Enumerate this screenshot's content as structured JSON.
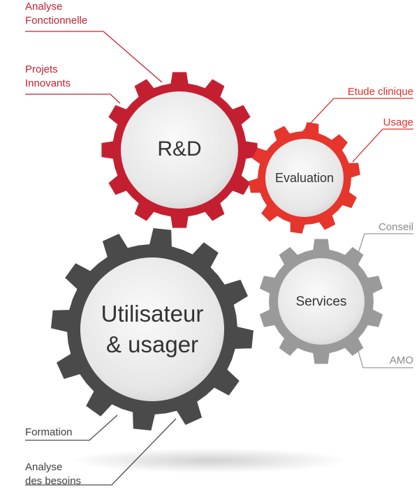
{
  "gears": {
    "rd": {
      "label": "R&D",
      "color": "#c41f30",
      "hub": "#ececec"
    },
    "evaluation": {
      "label": "Evaluation",
      "color": "#e5352c",
      "hub": "#ececec"
    },
    "utilisateur": {
      "line1": "Utilisateur",
      "line2": "& usager",
      "color": "#4a4a4a",
      "hub": "#f1f1f1"
    },
    "services": {
      "label": "Services",
      "color": "#9a9a9a",
      "hub": "#ececec"
    }
  },
  "labels": {
    "analyse_fonctionnelle_1": "Analyse",
    "analyse_fonctionnelle_2": "Fonctionnelle",
    "projets_innovants_1": "Projets",
    "projets_innovants_2": "Innovants",
    "etude_clinique": "Etude clinique",
    "usage": "Usage",
    "conseil": "Conseil",
    "amo": "AMO",
    "formation": "Formation",
    "analyse_besoins_1": "Analyse",
    "analyse_besoins_2": "des besoins"
  },
  "colors": {
    "red": "#c41f30",
    "orange_red": "#e5352c",
    "dark": "#4a4a4a",
    "gray": "#9a9a9a"
  }
}
